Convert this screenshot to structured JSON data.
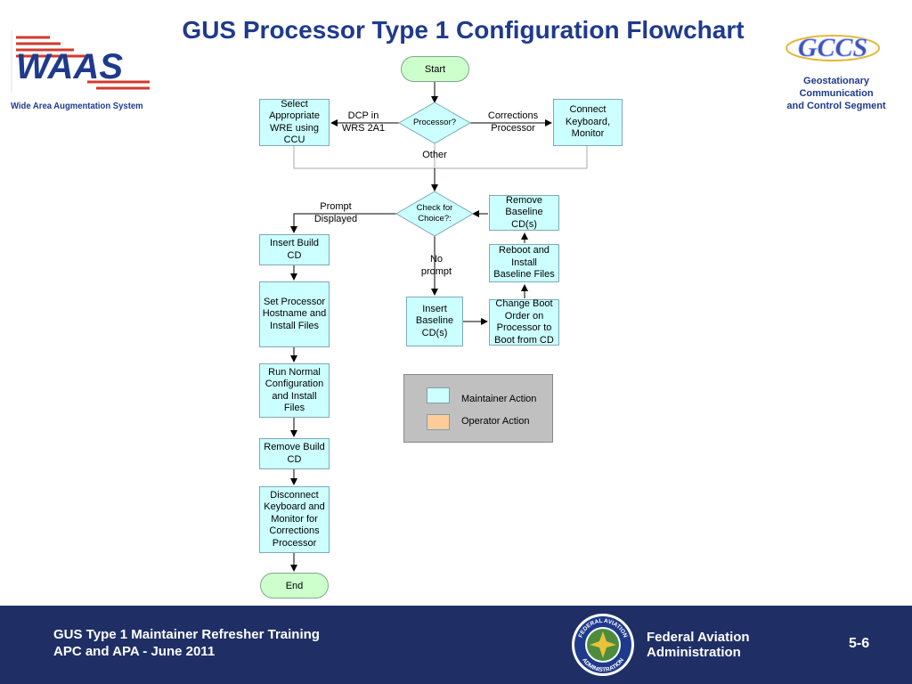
{
  "title": "GUS Processor Type 1 Configuration Flowchart",
  "waas": {
    "logo_text": "WAAS",
    "caption": "Wide Area Augmentation System"
  },
  "gccs": {
    "logo_text": "GCCS",
    "caption": [
      "Geostationary",
      "Communication",
      "and Control Segment"
    ]
  },
  "flow": {
    "start": "Start",
    "processor": "Processor?",
    "select_wre": "Select Appropriate WRE using CCU",
    "connect_kb": "Connect Keyboard, Monitor",
    "label_dcp": "DCP in WRS 2A1",
    "label_corrections": "Corrections Processor",
    "label_other": "Other",
    "check_choice": "Check for Choice?:",
    "label_prompt": "Prompt Displayed",
    "label_no_prompt": "No prompt",
    "remove_baseline": "Remove Baseline CD(s)",
    "reboot": "Reboot and Install Baseline Files",
    "change_boot": "Change Boot Order on Processor to Boot from CD",
    "insert_baseline": "Insert Baseline CD(s)",
    "insert_build": "Insert Build CD",
    "set_hostname": "Set Processor Hostname and Install Files",
    "run_config": "Run Normal Configuration and Install Files",
    "remove_build": "Remove Build CD",
    "disconnect": "Disconnect Keyboard and Monitor for Corrections Processor",
    "end": "End"
  },
  "legend": {
    "maintainer": "Maintainer Action",
    "operator": "Operator Action",
    "maintainer_color": "#ccffff",
    "operator_color": "#ffcc99"
  },
  "footer": {
    "line1": "GUS Type 1 Maintainer Refresher Training",
    "line2": "APC and APA - June 2011",
    "faa_line1": "Federal Aviation",
    "faa_line2": "Administration",
    "seal_top": "FEDERAL AVIATION",
    "seal_bottom": "ADMINISTRATION",
    "page": "5-6"
  }
}
